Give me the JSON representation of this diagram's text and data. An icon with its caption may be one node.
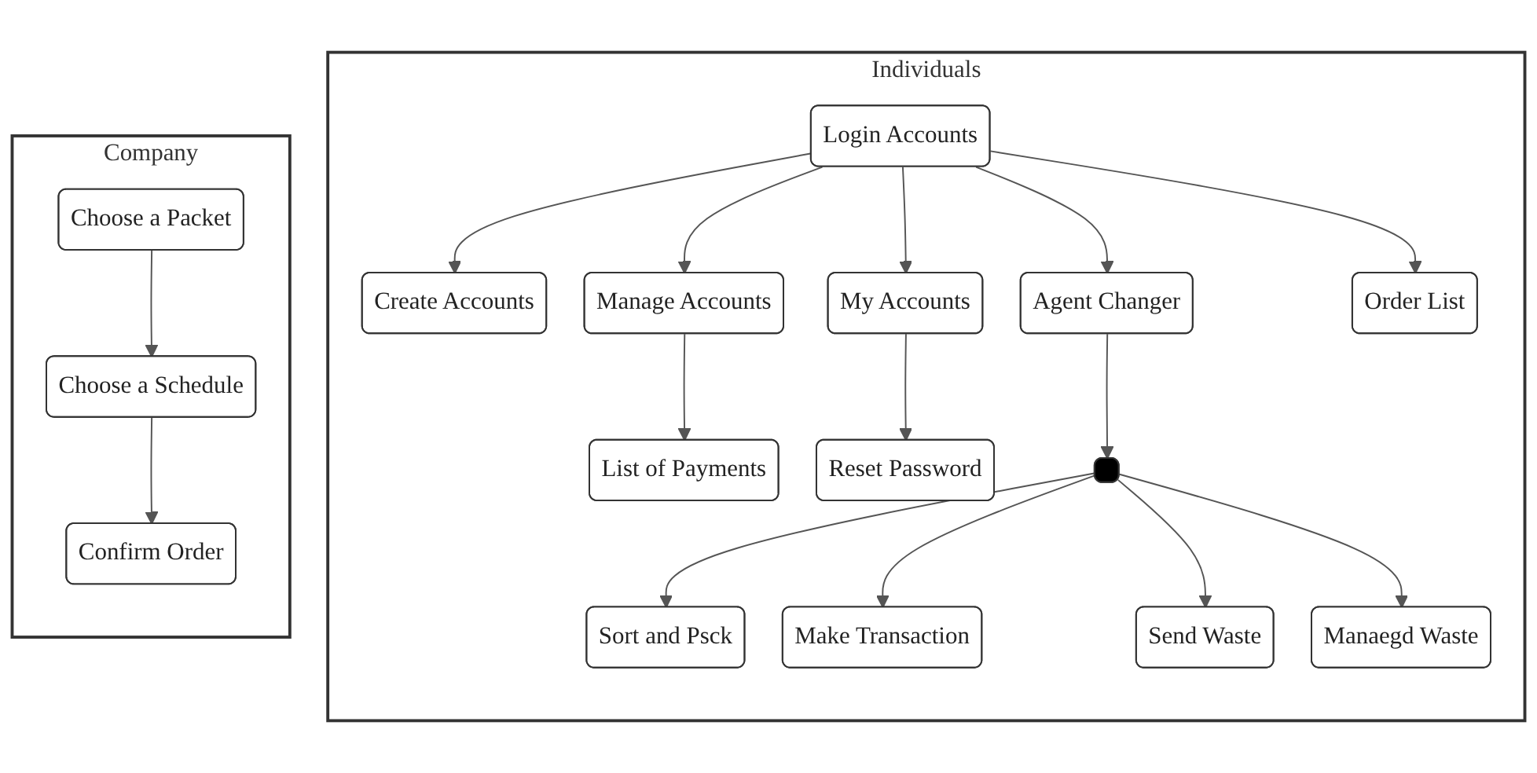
{
  "diagram": {
    "nodes": [
      {
        "text": [
          "Company"
        ]
      },
      {
        "text": [
          "Choose a Packet"
        ],
        "in": 0
      },
      {
        "text": [
          "Choose a Schedule"
        ],
        "in": 0
      },
      {
        "text": [
          "Confirm Order"
        ],
        "in": 0
      },
      {
        "text": [
          "Individuals"
        ]
      },
      {
        "text": [
          "Login Accounts"
        ],
        "in": 4
      },
      {
        "text": [
          "Create Accounts"
        ],
        "in": 4
      },
      {
        "text": [
          "Manage Accounts"
        ],
        "in": 4
      },
      {
        "text": [
          "My Accounts"
        ],
        "in": 4
      },
      {
        "text": [
          "Agent Changer"
        ],
        "in": 4
      },
      {
        "text": [
          "Order List"
        ],
        "in": 4
      },
      {
        "text": [
          "List of Payments"
        ],
        "in": 4
      },
      {
        "text": [
          "Reset Password"
        ],
        "in": 4
      },
      {
        "text": [],
        "shape": "box",
        "in": 4
      },
      {
        "text": [
          "Sort and Psck"
        ],
        "in": 4
      },
      {
        "text": [
          "Make Transaction"
        ],
        "in": 4
      },
      {
        "text": [
          "Send Waste"
        ],
        "in": 4
      },
      {
        "text": [
          "Manaegd Waste"
        ],
        "in": 4
      }
    ],
    "edges": [
      {
        "from": 1,
        "to": 2,
        "arrow": "to"
      },
      {
        "from": 2,
        "to": 3,
        "arrow": "to"
      },
      {
        "from": 5,
        "to": 6,
        "arrow": "to"
      },
      {
        "from": 5,
        "to": 7,
        "arrow": "to"
      },
      {
        "from": 5,
        "to": 8,
        "arrow": "to"
      },
      {
        "from": 5,
        "to": 9,
        "arrow": "to"
      },
      {
        "from": 5,
        "to": 10,
        "arrow": "to"
      },
      {
        "from": 7,
        "to": 11,
        "arrow": "to"
      },
      {
        "from": 8,
        "to": 12,
        "arrow": "to"
      },
      {
        "from": 9,
        "to": 13,
        "arrow": "to"
      },
      {
        "from": 13,
        "to": 14,
        "arrow": "to"
      },
      {
        "from": 13,
        "to": 15,
        "arrow": "to"
      },
      {
        "from": 13,
        "to": 16,
        "arrow": "to"
      },
      {
        "from": 13,
        "to": 17,
        "arrow": "to"
      }
    ]
  }
}
